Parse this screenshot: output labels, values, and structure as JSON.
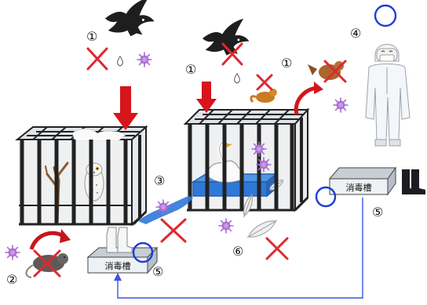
{
  "markers": {
    "m1a": "①",
    "m1b": "①",
    "m1c": "①",
    "m2": "②",
    "m3": "③",
    "m4": "④",
    "m5a": "⑤",
    "m5b": "⑤",
    "m6": "⑥"
  },
  "labels": {
    "disinfection_tank_left": "消毒槽",
    "disinfection_tank_right": "消毒槽"
  },
  "colors": {
    "cross": "#e0282e",
    "arrow_red": "#d8141c",
    "virus": "#a86ad0",
    "circle": "#1a3fd6",
    "connector": "#3a55e0",
    "water": "#2f78d8",
    "cage": "#2b2b2b"
  },
  "icons": {
    "crow": "crow-icon",
    "virus": "virus-icon",
    "droplet": "droplet-icon",
    "owl": "owl-icon",
    "swan": "swan-icon",
    "rat": "rat-icon",
    "weasel": "weasel-icon",
    "worker": "worker-icon",
    "boots": "boots-icon",
    "feather": "feather-icon"
  }
}
